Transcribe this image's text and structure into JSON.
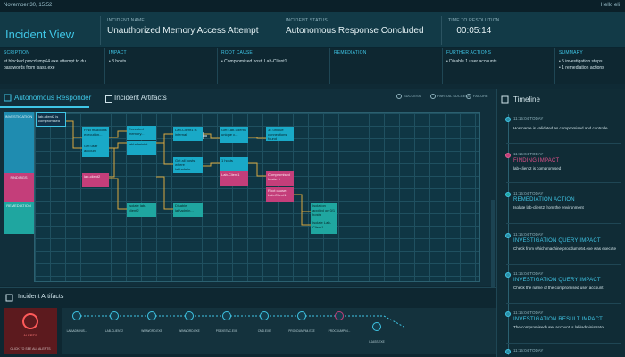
{
  "topbar": {
    "datetime": "November 30, 15:52",
    "greeting": "Hello eli"
  },
  "header": {
    "title": "Incident View",
    "incident_name_label": "INCIDENT NAME",
    "incident_name": "Unauthorized Memory Access Attempt",
    "incident_status_label": "INCIDENT STATUS",
    "incident_status": "Autonomous Response Concluded",
    "time_label": "TIME TO RESOLUTION",
    "time_value": "00:05:14"
  },
  "summary": {
    "description_label": "SCRIPTION",
    "description_line1": "et blocked procdump64.exe attempt to du",
    "description_line2": "passwords from lsass.exe",
    "impact_label": "IMPACT",
    "impact_line1": "• 3 hosts",
    "root_cause_label": "ROOT CAUSE",
    "root_cause_line1": "• Compromised host: Lab-Client1",
    "remediation_label": "REMEDIATION",
    "further_label": "FURTHER ACTIONS",
    "further_line1": "• Disable 1 user accounts",
    "summary_label": "SUMMARY",
    "summary_line1": "• 5 investigation steps",
    "summary_line2": "• 1 remediation actions"
  },
  "tabs": {
    "responder": "Autonomous Responder",
    "artifacts": "Incident Artifacts"
  },
  "legend": {
    "success": "SUCCESS",
    "partial": "PARTIAL SUCCESS",
    "failure": "FAILURE"
  },
  "lanes": {
    "investigation": "INVESTIGATION",
    "findings": "FINDINGS",
    "remediation": "REMEDIATION"
  },
  "nodes": {
    "n1": "lab-client2 is compromised",
    "n2": "Find malicious execution...",
    "n3": "Get user account",
    "n4": "Executed memory...",
    "n5": "lab\\administ...",
    "n6": "Lab-Client1 is internal",
    "n7": "Get Lab-Client1 unique c...",
    "n8": "34 unique connections found",
    "n9": "Get all hosts where lab\\admin...",
    "n10": "1 hosts",
    "n11": "lab-client2",
    "n12": "Lab-Client1",
    "n13": "Compromised hosts: 1",
    "n14": "Root cause: Lab-Client1",
    "n15": "Isolate lab-client2",
    "n16": "Disable lab\\admin...",
    "n17": "Isolation applied on 0/1 hosts",
    "n18": "Isolate Lab-Client1"
  },
  "timeline": {
    "title": "Timeline",
    "items": [
      {
        "time": "11:15:04 TODAY",
        "type": "",
        "desc": "Hostname is validated as compromised and controlle"
      },
      {
        "time": "11:15:04 TODAY",
        "type": "FINDING IMPACT",
        "desc": "lab-client2 is compromised"
      },
      {
        "time": "11:15:04 TODAY",
        "type": "REMEDIATION ACTION",
        "desc": "Isolate lab-client2 from the environment"
      },
      {
        "time": "11:15:04 TODAY",
        "type": "INVESTIGATION QUERY IMPACT",
        "desc": "Check from which machine procdump64.exe was execute"
      },
      {
        "time": "11:15:04 TODAY",
        "type": "INVESTIGATION QUERY IMPACT",
        "desc": "Check the name of the compromised user account"
      },
      {
        "time": "11:15:04 TODAY",
        "type": "INVESTIGATION RESULT IMPACT",
        "desc": "The compromised user account is lab\\administrator"
      },
      {
        "time": "11:15:04 TODAY",
        "type": "",
        "desc": ""
      }
    ]
  },
  "artifacts_panel": {
    "title": "Incident Artifacts",
    "alerts_label": "ALERTS",
    "alerts_link": "CLICK TO SEE ALL ALERTS",
    "chain": [
      "LAB\\ADMINIS...",
      "LAB-CLIENT2",
      "WINWORD.EXE",
      "WINWORD.EXE",
      "PSEXESVC.EXE",
      "CMD.EXE",
      "PROCDUMP64.EXE",
      "PROCDUMP64...",
      "LSASS.EXE"
    ]
  },
  "colors": {
    "accent": "#3fc6e6",
    "findings": "#c43e7a",
    "remediation": "#1fa6a0",
    "background": "#0f2a35"
  }
}
